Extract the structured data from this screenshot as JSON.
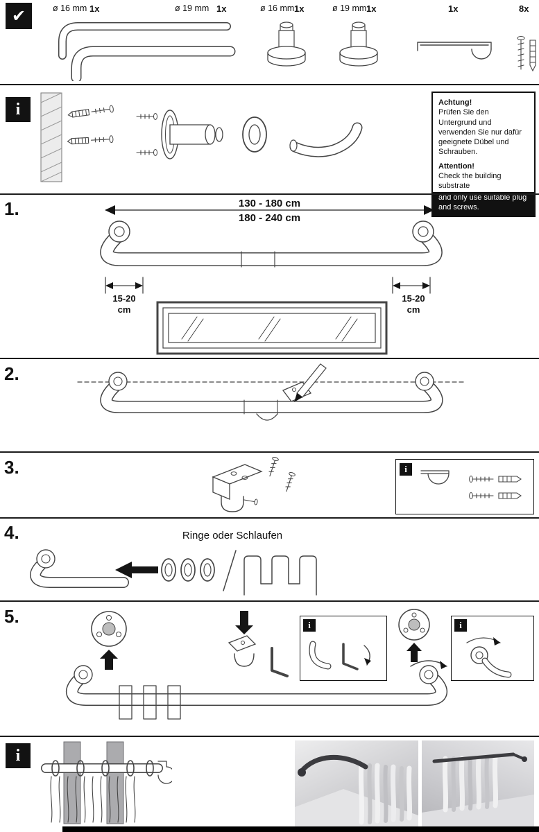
{
  "icons": {
    "check": "✔",
    "info": "i"
  },
  "parts": [
    {
      "diameter": "ø 16 mm",
      "qty": "1x"
    },
    {
      "diameter": "ø 19 mm",
      "qty": "1x"
    },
    {
      "diameter": "ø 16 mm",
      "qty": "1x"
    },
    {
      "diameter": "ø 19 mm",
      "qty": "1x"
    },
    {
      "qty": "1x"
    },
    {
      "qty": "8x"
    }
  ],
  "warning": {
    "de_title": "Achtung!",
    "de_text": "Prüfen Sie den Untergrund und verwenden Sie nur dafür geeignete Dübel und Schrauben.",
    "en_title": "Attention!",
    "en_text": "Check the building substrate",
    "en_text_inverted": "and only use suitable plug and screws."
  },
  "steps": [
    {
      "label": "1."
    },
    {
      "label": "2."
    },
    {
      "label": "3."
    },
    {
      "label": "4."
    },
    {
      "label": "5."
    }
  ],
  "step1": {
    "range1": "130 - 180 cm",
    "range2": "180 - 240 cm",
    "side_value": "15-20",
    "side_unit": "cm"
  },
  "step4": {
    "caption": "Ringe oder Schlaufen"
  }
}
